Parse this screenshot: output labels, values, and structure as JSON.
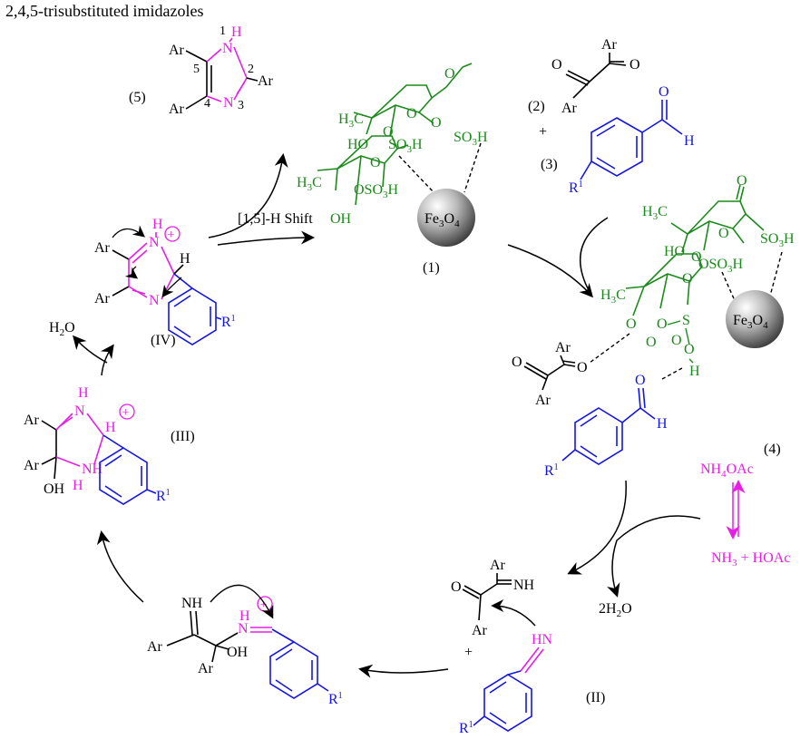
{
  "title": "2,4,5-trisubstituted imidazoles",
  "colors": {
    "black": "#000000",
    "magenta": "#e61ee6",
    "blue": "#1515e6",
    "green": "#1b8a1b",
    "sphere": "#777777"
  },
  "labels": {
    "num1": "(1)",
    "num2": "(2)",
    "num3": "(3)",
    "num4": "(4)",
    "num5": "(5)",
    "numII": "(II)",
    "numIII": "(III)",
    "numIV": "(IV)",
    "shift": "[1,5]-H Shift",
    "plus": "+",
    "ar": "Ar",
    "o": "O",
    "h": "H",
    "n": "N",
    "nh": "NH",
    "hn": "HN",
    "oh": "OH",
    "r": "R",
    "sup1": "1",
    "water": "H",
    "sub2": "2",
    "two_water": "2H",
    "nh4oac_a": "NH",
    "nh4oac_sub": "4",
    "nh4oac_b": "OAc",
    "nh3_a": "NH",
    "nh3_sub": "3",
    "nh3_b": " + HOAc",
    "fe3o4_a": "Fe",
    "fe3o4_sub1": "3",
    "fe3o4_b": "O",
    "fe3o4_sub2": "4",
    "so3h_a": "SO",
    "so3h_sub": "3",
    "so3h_b": "H",
    "h3c_a": "H",
    "h3c_sub": "3",
    "h3c_b": "C",
    "ho": "HO",
    "osh": "OSO",
    "oso3h_a": "O",
    "oso3h_b": "SO",
    "ring_num1": "1",
    "ring_num2": "2",
    "ring_num3": "3",
    "ring_num4": "4",
    "ring_num5": "5",
    "plus_charge": "+"
  }
}
